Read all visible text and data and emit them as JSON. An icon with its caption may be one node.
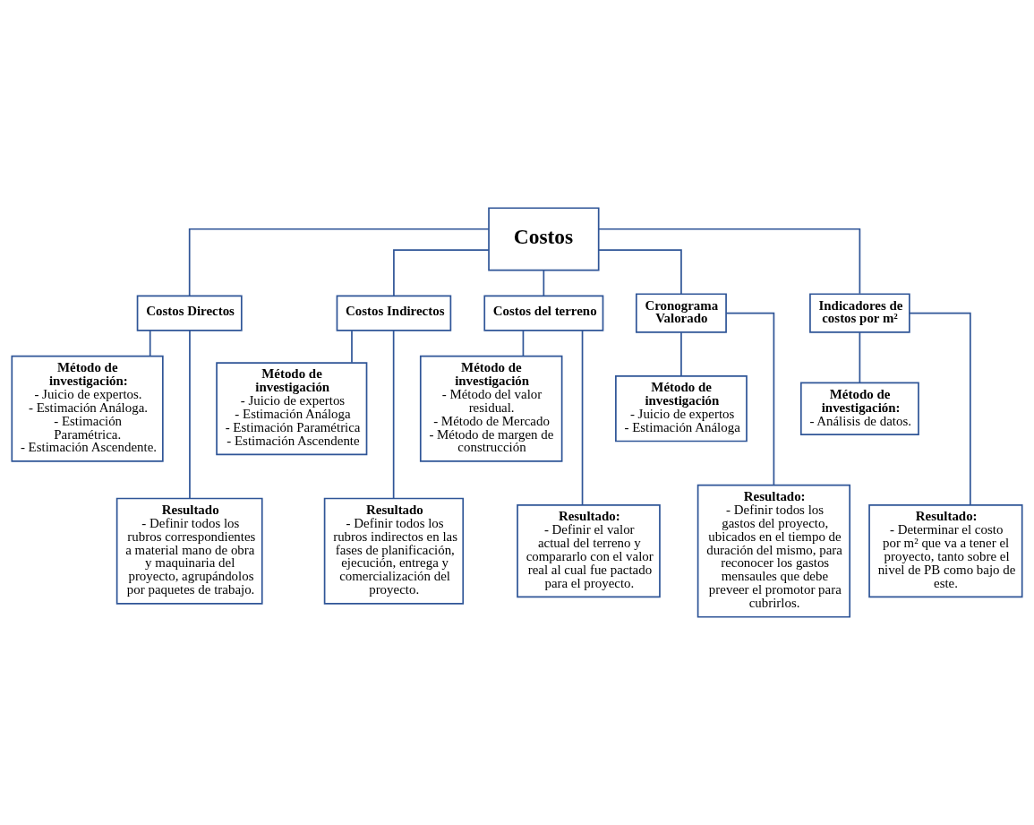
{
  "diagram": {
    "nodes": [
      {
        "text": [
          "Costos"
        ]
      },
      {
        "text": [
          "Costos Directos"
        ]
      },
      {
        "text": [
          "Costos Indirectos"
        ]
      },
      {
        "text": [
          "Costos del terreno"
        ]
      },
      {
        "text": [
          "Cronograma Valorado"
        ]
      },
      {
        "text": [
          "Indicadores de costos por m²"
        ]
      },
      {
        "text": [
          "Método de investigación:",
          "- Juicio de expertos.",
          "- Estimación Análoga.",
          "- Estimación Paramétrica.",
          "- Estimación Ascendente."
        ]
      },
      {
        "text": [
          "Resultado",
          "- Definir todos los rubros correspondientes a material mano de obra y maquinaria del proyecto, agrupándolos por paquetes de trabajo."
        ]
      },
      {
        "text": [
          "Método de investigación",
          "- Juicio de expertos",
          "- Estimación Análoga",
          "- Estimación Paramétrica",
          "- Estimación Ascendente"
        ]
      },
      {
        "text": [
          "Resultado",
          "- Definir todos los rubros indirectos en las fases de planificación, ejecución, entrega y comercialización del proyecto."
        ]
      },
      {
        "text": [
          "Método de investigación",
          "- Método del valor residual.",
          "- Método de Mercado",
          "- Método de margen de construcción"
        ]
      },
      {
        "text": [
          "Resultado:",
          "- Definir el valor actual del terreno y compararlo con el valor real al cual fue pactado para el proyecto."
        ]
      },
      {
        "text": [
          "Método de investigación",
          "- Juicio de expertos",
          "- Estimación Análoga"
        ]
      },
      {
        "text": [
          "Resultado:",
          "- Definir todos los gastos del proyecto, ubicados en el tiempo de duración del mismo, para reconocer los gastos mensaules que debe preveer el promotor para cubrirlos."
        ]
      },
      {
        "text": [
          "Método de investigación:",
          "- Análisis de datos."
        ]
      },
      {
        "text": [
          "Resultado:",
          "- Determinar el costo por m² que va a tener el proyecto, tanto sobre el nivel de PB como bajo de este."
        ]
      }
    ],
    "edges": [
      {
        "from": 0,
        "to": 1,
        "arrow": "none"
      },
      {
        "from": 0,
        "to": 2,
        "arrow": "none"
      },
      {
        "from": 0,
        "to": 3,
        "arrow": "none"
      },
      {
        "from": 0,
        "to": 4,
        "arrow": "none"
      },
      {
        "from": 0,
        "to": 5,
        "arrow": "none"
      },
      {
        "from": 1,
        "to": 6,
        "arrow": "none"
      },
      {
        "from": 1,
        "to": 7,
        "arrow": "none"
      },
      {
        "from": 2,
        "to": 8,
        "arrow": "none"
      },
      {
        "from": 2,
        "to": 9,
        "arrow": "none"
      },
      {
        "from": 3,
        "to": 10,
        "arrow": "none"
      },
      {
        "from": 3,
        "to": 11,
        "arrow": "none"
      },
      {
        "from": 4,
        "to": 12,
        "arrow": "none"
      },
      {
        "from": 4,
        "to": 13,
        "arrow": "none"
      },
      {
        "from": 5,
        "to": 14,
        "arrow": "none"
      },
      {
        "from": 5,
        "to": 15,
        "arrow": "none"
      }
    ]
  }
}
